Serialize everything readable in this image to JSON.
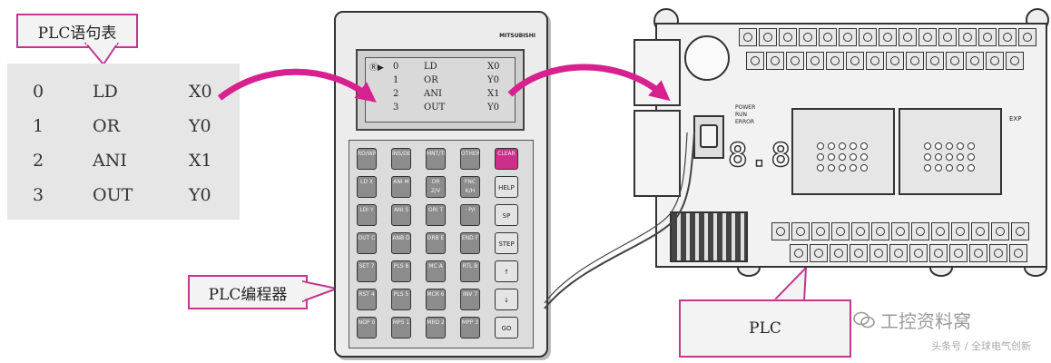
{
  "labels": {
    "statement_table": "PLC语句表",
    "programmer": "PLC编程器",
    "plc": "PLC"
  },
  "statements": [
    {
      "step": "0",
      "op": "LD",
      "operand": "X0"
    },
    {
      "step": "1",
      "op": "OR",
      "operand": "Y0"
    },
    {
      "step": "2",
      "op": "ANI",
      "operand": "X1"
    },
    {
      "step": "3",
      "op": "OUT",
      "operand": "Y0"
    }
  ],
  "programmer": {
    "brand": "MITSUBISHI",
    "lcd_cursor": "Ⓡ▶",
    "lcd_lines": [
      {
        "step": "0",
        "op": "LD",
        "operand": "X0"
      },
      {
        "step": "1",
        "op": "OR",
        "operand": "Y0"
      },
      {
        "step": "2",
        "op": "ANI",
        "operand": "X1"
      },
      {
        "step": "3",
        "op": "OUT",
        "operand": "Y0"
      }
    ],
    "keys": [
      [
        "RD/WR",
        "INS/DEL",
        "MNT/TEST",
        "OTHER",
        "CLEAR"
      ],
      [
        "LD X",
        "ANI M",
        "OR Z/V",
        "FNC K/H",
        "HELP"
      ],
      [
        "LDI Y",
        "ANI S",
        "ORI T",
        "· P/I",
        "SP"
      ],
      [
        "OUT C",
        "ANB D",
        "ORB E",
        "END F",
        "STEP"
      ],
      [
        "SET 7",
        "PLS 8",
        "MC A",
        "RTL B",
        "↑"
      ],
      [
        "RST 4",
        "PLS 5",
        "MCR 6",
        "INV 7",
        "↓"
      ],
      [
        "NOP 0",
        "MPS 1",
        "MRD 2",
        "MPP 3",
        "GO"
      ]
    ]
  },
  "plc": {
    "status_leds": [
      "POWER",
      "RUN",
      "ERROR"
    ],
    "display": "8.8.",
    "exp_label": "EXP"
  },
  "watermark": {
    "title": "工控资料窝",
    "subtitle": "头条号 / 全球电气创新"
  },
  "colors": {
    "arrow": "#d6218e",
    "callout_border": "#c0398f",
    "clear_key": "#cc2f8a"
  }
}
